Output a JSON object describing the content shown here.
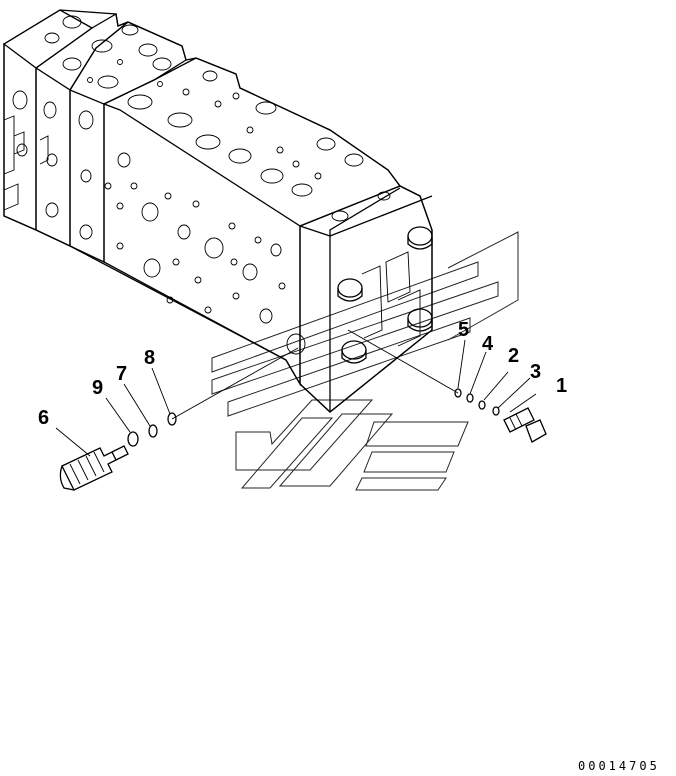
{
  "diagram": {
    "callouts": [
      {
        "id": "1",
        "label": "1"
      },
      {
        "id": "2",
        "label": "2"
      },
      {
        "id": "3",
        "label": "3"
      },
      {
        "id": "4",
        "label": "4"
      },
      {
        "id": "5",
        "label": "5"
      },
      {
        "id": "6",
        "label": "6"
      },
      {
        "id": "7",
        "label": "7"
      },
      {
        "id": "8",
        "label": "8"
      },
      {
        "id": "9",
        "label": "9"
      }
    ],
    "drawing_number": "00014705"
  }
}
